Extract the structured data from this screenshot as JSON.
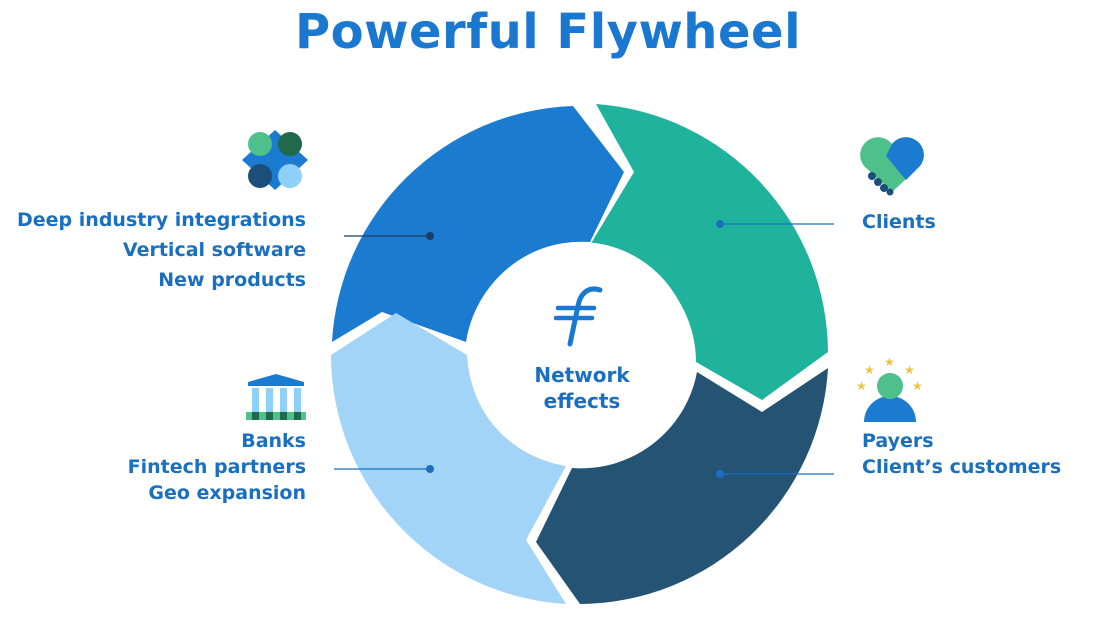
{
  "title": "Powerful Flywheel",
  "center": {
    "logo_glyph": "ƒ",
    "line1": "Network",
    "line2": "effects"
  },
  "segments": [
    {
      "id": "top-left",
      "color": "#1b7bd1"
    },
    {
      "id": "top-right",
      "color": "#1fb39e"
    },
    {
      "id": "bottom-right",
      "color": "#245374"
    },
    {
      "id": "bottom-left",
      "color": "#a2d4f8"
    }
  ],
  "labels": {
    "top_left": [
      "Deep industry integrations",
      "Vertical software",
      "New products"
    ],
    "top_right": [
      "Clients"
    ],
    "bottom_left": [
      "Banks",
      "Fintech partners",
      "Geo expansion"
    ],
    "bottom_right": [
      "Payers",
      "Client’s customers"
    ]
  },
  "icons": {
    "top_left": "integrations-icon",
    "top_right": "handshake-icon",
    "bottom_left": "bank-icon",
    "bottom_right": "payer-icon"
  },
  "colors": {
    "text_blue": "#1a6fc0",
    "title_blue": "#1a78d0",
    "connector": "#1a6fc0"
  }
}
